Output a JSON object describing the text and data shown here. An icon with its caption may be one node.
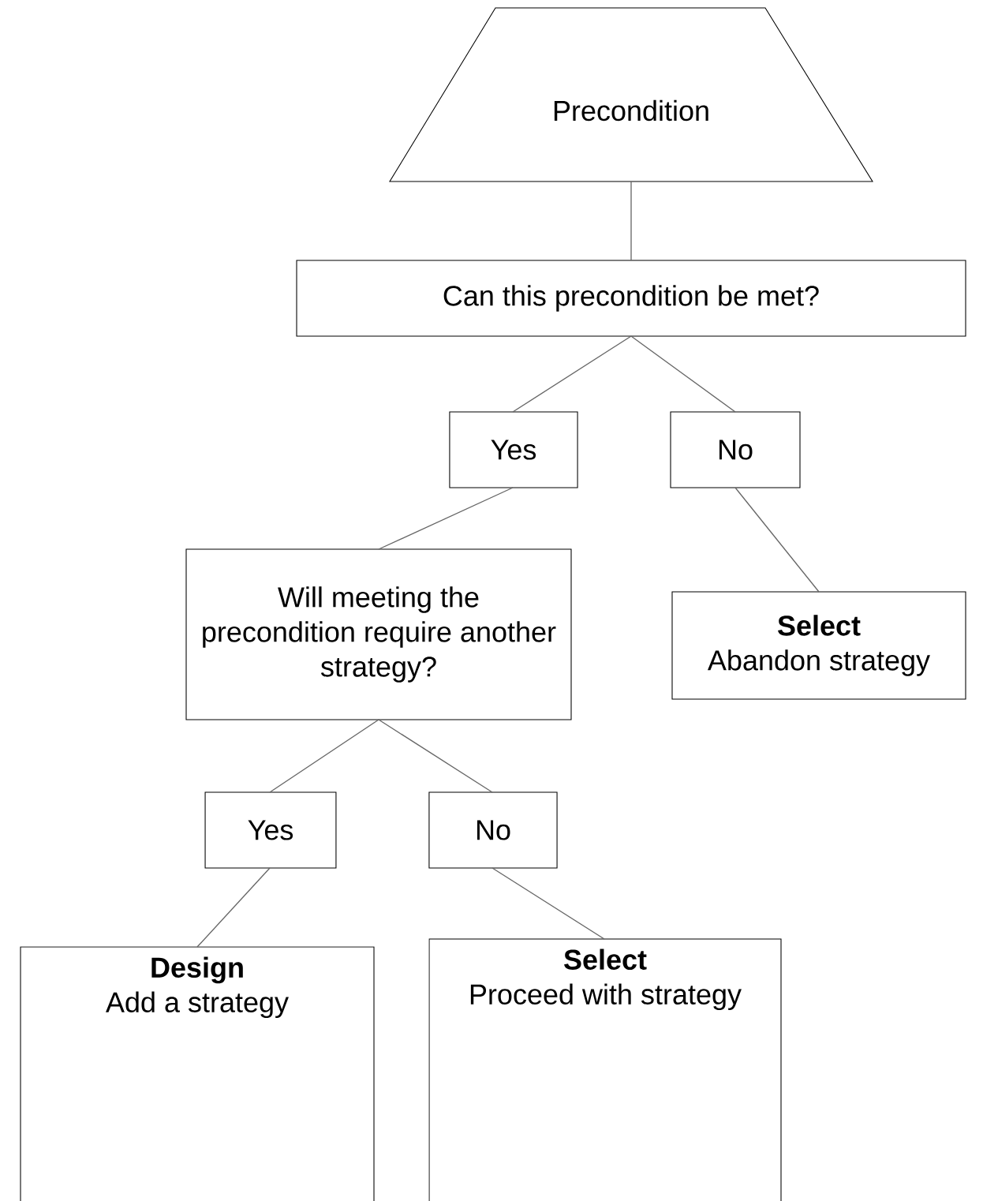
{
  "diagram": {
    "nodes": [
      {
        "text": [
          "Precondition"
        ]
      },
      {
        "text": [
          "Can this precondition be met?"
        ]
      },
      {
        "text": [
          "Yes"
        ]
      },
      {
        "text": [
          "No"
        ]
      },
      {
        "text": [
          "Will meeting the precondition require another strategy?"
        ]
      },
      {
        "text": [
          "Select",
          "Abandon strategy"
        ]
      },
      {
        "text": [
          "Yes"
        ]
      },
      {
        "text": [
          "No"
        ]
      },
      {
        "text": [
          "Design",
          "Add a strategy"
        ]
      },
      {
        "text": [
          "Select",
          "Proceed with strategy"
        ]
      }
    ],
    "edges": [
      {
        "from": 0,
        "to": 1,
        "arrow": "none"
      },
      {
        "from": 1,
        "to": 2,
        "arrow": "none"
      },
      {
        "from": 1,
        "to": 3,
        "arrow": "none"
      },
      {
        "from": 2,
        "to": 4,
        "arrow": "none"
      },
      {
        "from": 3,
        "to": 5,
        "arrow": "none"
      },
      {
        "from": 4,
        "to": 6,
        "arrow": "none"
      },
      {
        "from": 4,
        "to": 7,
        "arrow": "none"
      },
      {
        "from": 6,
        "to": 8,
        "arrow": "none"
      },
      {
        "from": 7,
        "to": 9,
        "arrow": "none"
      }
    ]
  }
}
